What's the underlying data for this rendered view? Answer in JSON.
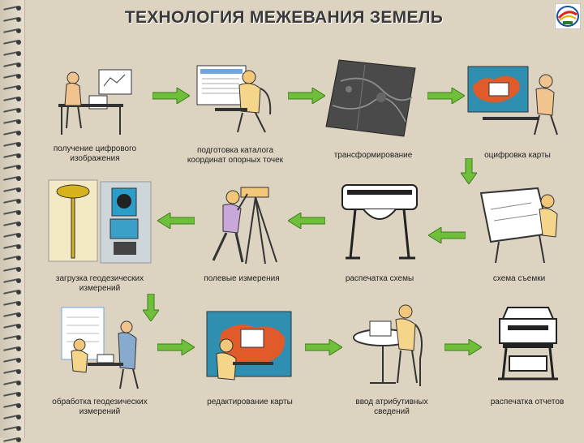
{
  "title": "ТЕХНОЛОГИЯ МЕЖЕВАНИЯ ЗЕМЕЛЬ",
  "steps": [
    {
      "label": "получение цифрового изображения"
    },
    {
      "label": "подготовка каталога координат опорных точек"
    },
    {
      "label": "трансформирование"
    },
    {
      "label": "оцифровка карты"
    },
    {
      "label": "схема съемки"
    },
    {
      "label": "распечатка схемы"
    },
    {
      "label": "полевые измерения"
    },
    {
      "label": "загрузка геодезических измерений"
    },
    {
      "label": "обработка геодезических измерений"
    },
    {
      "label": "редактирование карты"
    },
    {
      "label": "ввод атрибутивных сведений"
    },
    {
      "label": "распечатка отчетов"
    }
  ],
  "colors": {
    "background": "#dcd3c1",
    "arrow": "#6fbf3a",
    "title": "#3a3a3a"
  }
}
